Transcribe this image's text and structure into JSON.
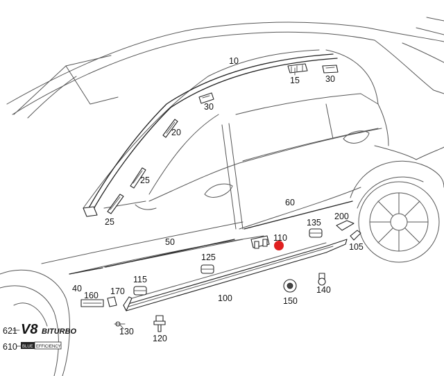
{
  "markers": {
    "highlight_color": "#e02020"
  },
  "callouts": {
    "p10": "10",
    "p15": "15",
    "p20": "20",
    "p25a": "25",
    "p25b": "25",
    "p30a": "30",
    "p30b": "30",
    "p40": "40",
    "p50": "50",
    "p60": "60",
    "p100": "100",
    "p105": "105",
    "p110": "110",
    "p115": "115",
    "p120": "120",
    "p125": "125",
    "p130": "130",
    "p135": "135",
    "p140": "140",
    "p150": "150",
    "p160": "160",
    "p170": "170",
    "p200": "200",
    "p610": "610",
    "p621": "621"
  },
  "badges": {
    "v8": "V8",
    "biturbo": "BITURBO",
    "blue": "BLUE",
    "efficiency": "EFFICIENCY"
  }
}
